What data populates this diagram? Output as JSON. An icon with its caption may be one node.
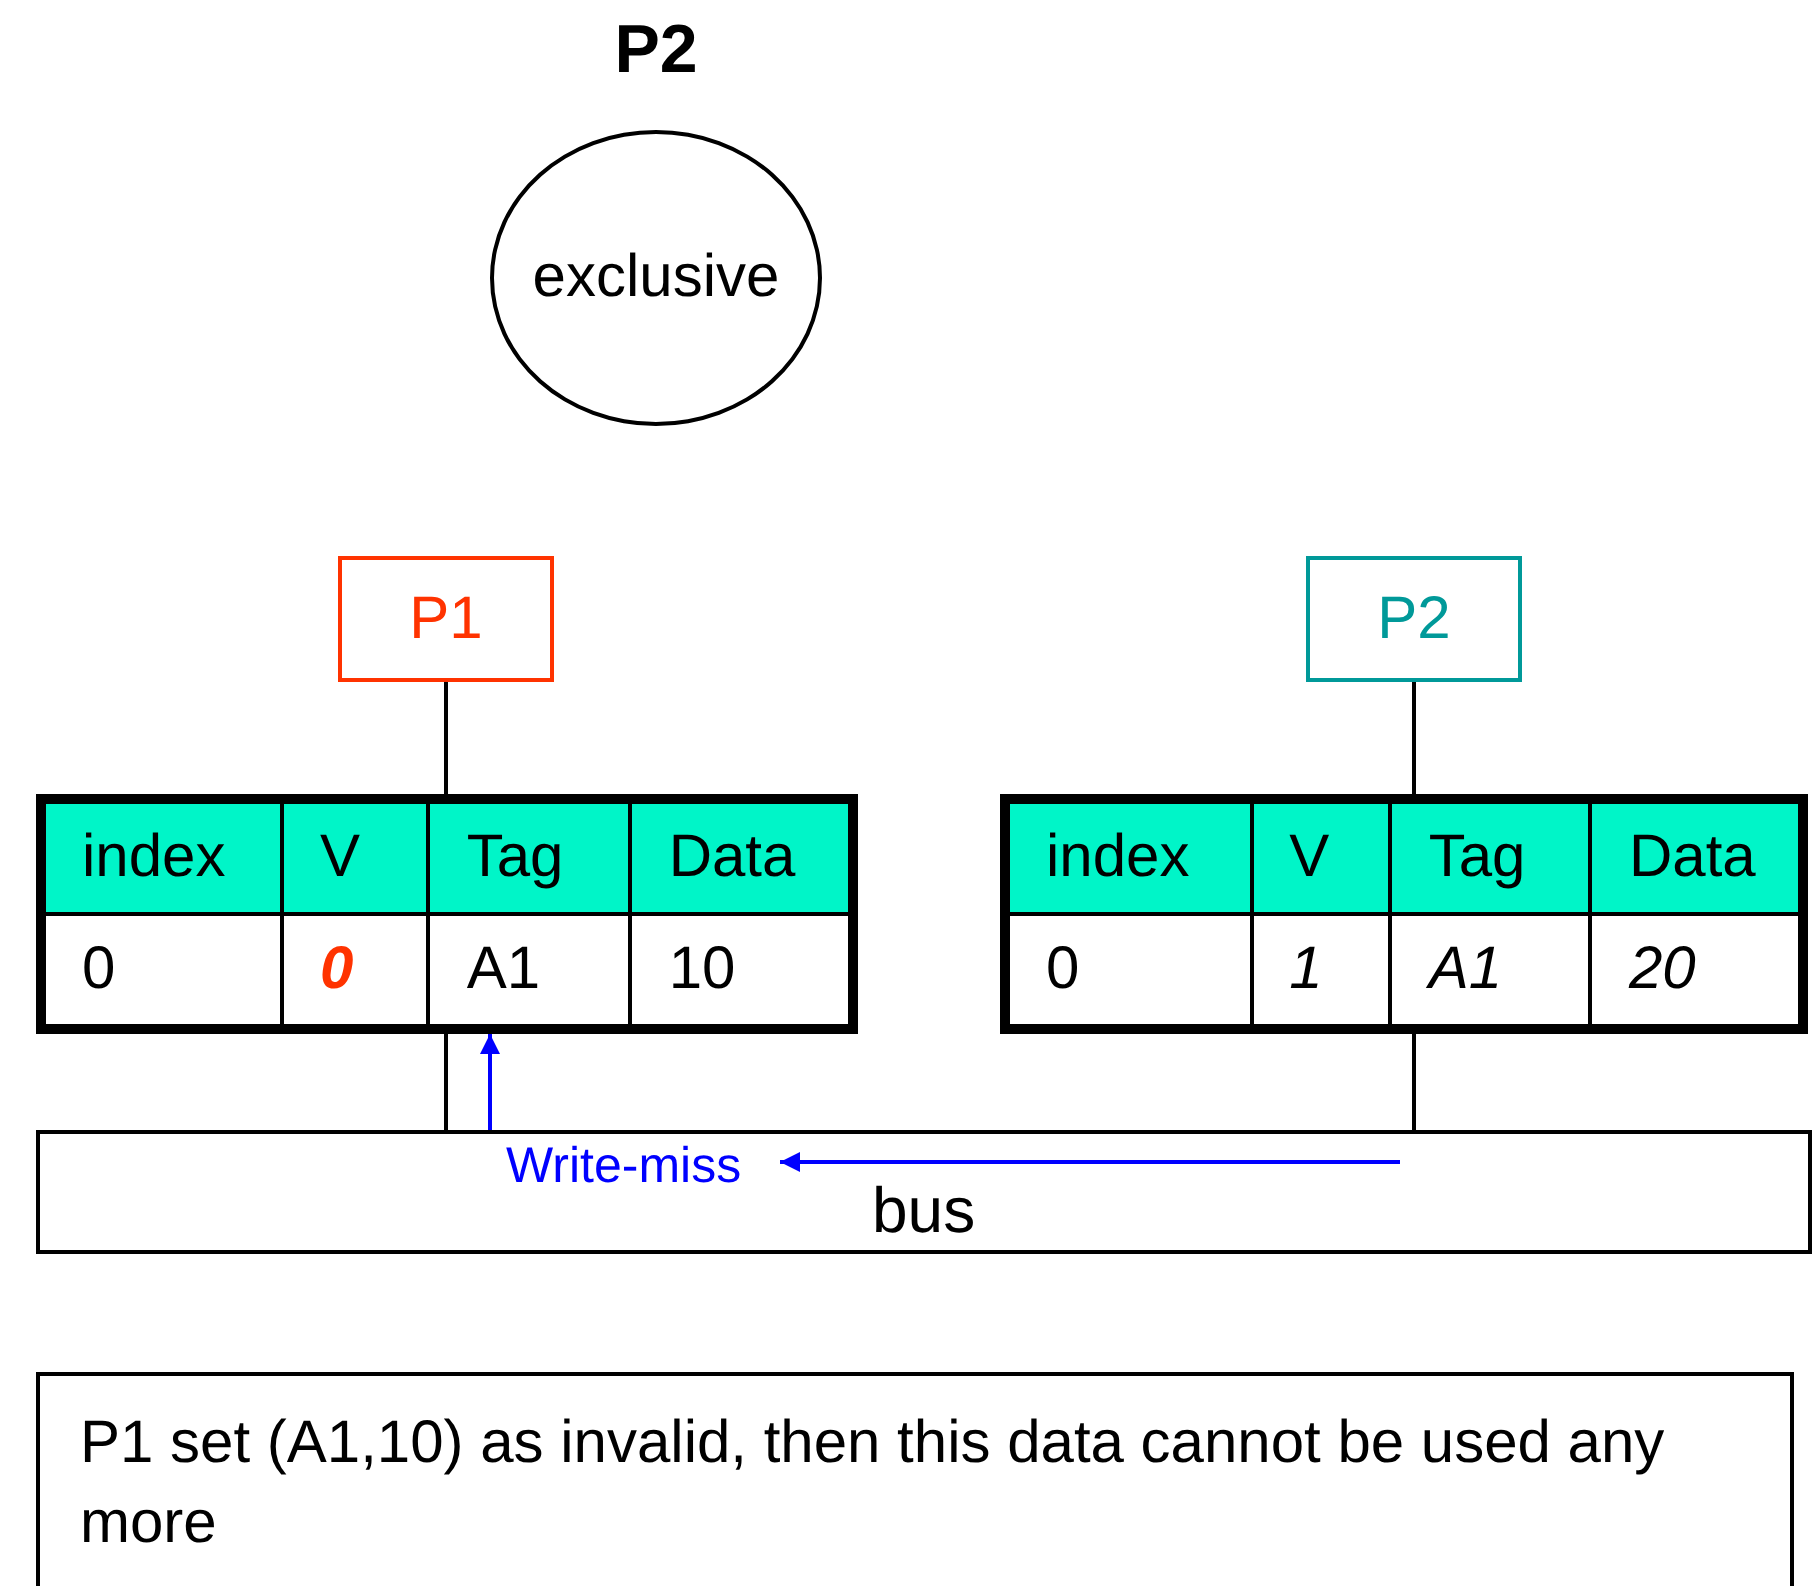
{
  "diagram": {
    "nodes": [
      {
        "text": [
          "P2",
          "exclusive"
        ]
      },
      {
        "text": [
          "P1"
        ]
      },
      {
        "text": [
          "P2"
        ]
      },
      {
        "text": [
          "index",
          "V",
          "Tag",
          "Data",
          "0",
          "0",
          "A1",
          "10"
        ]
      },
      {
        "text": [
          "index",
          "V",
          "Tag",
          "Data",
          "0",
          "1",
          "A1",
          "20"
        ]
      },
      {
        "text": [
          "bus"
        ]
      },
      {
        "text": [
          "P1 set (A1,10) as invalid, then this data cannot be used any more"
        ]
      }
    ],
    "edges": [
      {
        "from": 1,
        "to": 3,
        "arrow": "none"
      },
      {
        "from": 2,
        "to": 4,
        "arrow": "none"
      },
      {
        "from": 3,
        "to": 5,
        "arrow": "none"
      },
      {
        "from": 4,
        "to": 5,
        "arrow": "none"
      },
      {
        "from": 5,
        "to": 3,
        "arrow": "to",
        "label": "Write-miss",
        "color": "#0000ff"
      }
    ]
  }
}
